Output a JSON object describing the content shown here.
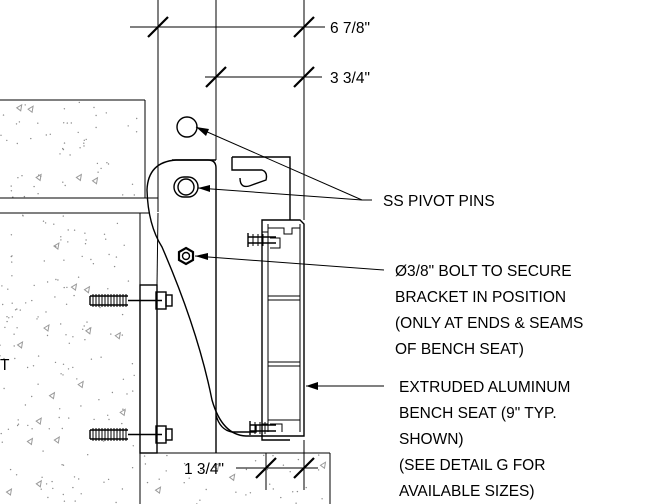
{
  "dimensions": {
    "overall_width": "6 7/8\"",
    "inner_width": "3 3/4\"",
    "offset": "1 3/4\""
  },
  "callouts": {
    "pivot_pins": [
      "SS PIVOT PINS"
    ],
    "bolt": [
      "Ø3/8\" BOLT TO SECURE",
      "BRACKET IN POSITION",
      "(ONLY AT ENDS & SEAMS",
      "OF BENCH SEAT)"
    ],
    "bench_seat": [
      "EXTRUDED ALUMINUM",
      "BENCH SEAT (9\" TYP.",
      "SHOWN)",
      "(SEE DETAIL G FOR",
      "AVAILABLE SIZES)"
    ],
    "cut_off_left": "T"
  }
}
